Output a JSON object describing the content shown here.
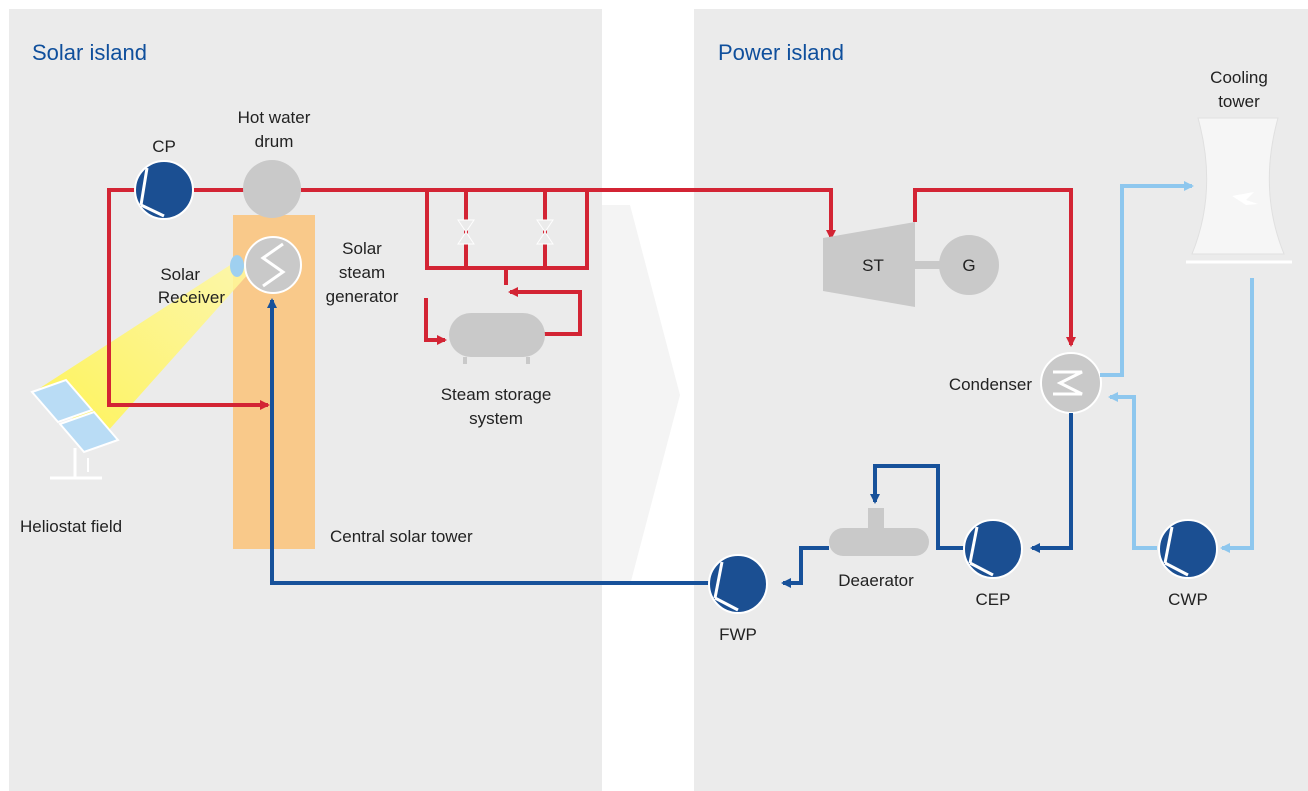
{
  "sections": {
    "solar": "Solar island",
    "power": "Power island"
  },
  "labels": {
    "cp": "CP",
    "hot_water_drum_1": "Hot water",
    "hot_water_drum_2": "drum",
    "solar_receiver_1": "Solar",
    "solar_receiver_2": "Receiver",
    "ssg_1": "Solar",
    "ssg_2": "steam",
    "ssg_3": "generator",
    "storage_1": "Steam storage",
    "storage_2": "system",
    "heliostat": "Heliostat field",
    "tower": "Central solar tower",
    "st": "ST",
    "g": "G",
    "cooling_1": "Cooling",
    "cooling_2": "tower",
    "condenser": "Condenser",
    "deaerator": "Deaerator",
    "cep": "CEP",
    "cwp": "CWP",
    "fwp": "FWP"
  },
  "colors": {
    "panel_bg": "#ebebeb",
    "title_blue": "#0f4f9c",
    "steam_red": "#d32434",
    "water_dark_blue": "#17519a",
    "cooling_light_blue": "#8ec7ee",
    "tower_orange": "#f9c98a",
    "component_grey": "#c9c9c9"
  }
}
